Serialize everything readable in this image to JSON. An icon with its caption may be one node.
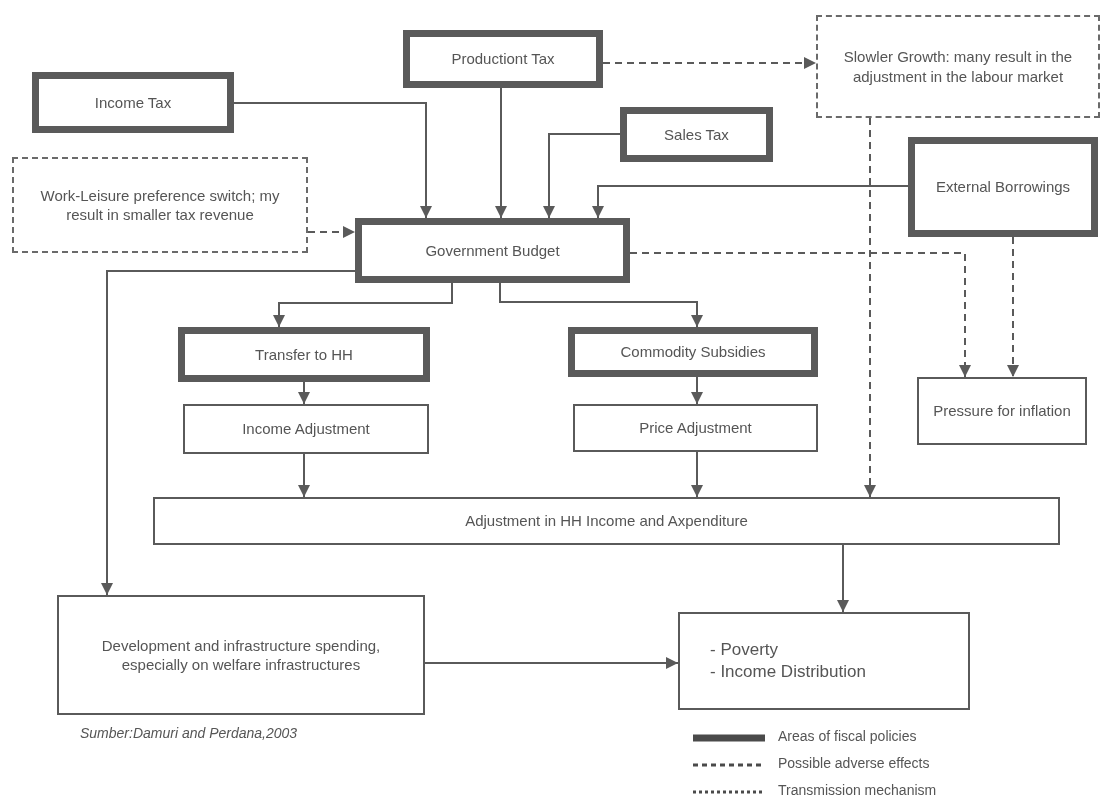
{
  "diagram": {
    "nodes": [
      {
        "text": [
          "Productiont Tax"
        ]
      },
      {
        "text": [
          "Income Tax"
        ]
      },
      {
        "text": [
          "Sales Tax"
        ]
      },
      {
        "text": [
          "Slowler Growth: many result in the adjustment in the labour market"
        ]
      },
      {
        "text": [
          "External Borrowings"
        ]
      },
      {
        "text": [
          "Work-Leisure preference switch; my result in smaller tax revenue"
        ]
      },
      {
        "text": [
          "Government Budget"
        ]
      },
      {
        "text": [
          "Transfer to HH"
        ]
      },
      {
        "text": [
          "Commodity Subsidies"
        ]
      },
      {
        "text": [
          "Pressure for inflation"
        ]
      },
      {
        "text": [
          "Income Adjustment"
        ]
      },
      {
        "text": [
          "Price Adjustment"
        ]
      },
      {
        "text": [
          "Adjustment in HH Income and Axpenditure"
        ]
      },
      {
        "text": [
          "Development and infrastructure spending, especially on welfare infrastructures"
        ]
      },
      {
        "text": [
          "- Poverty",
          "- Income Distribution"
        ]
      }
    ],
    "edges": [
      {
        "from": 1,
        "to": 6,
        "arrow": "to"
      },
      {
        "from": 0,
        "to": 6,
        "arrow": "to"
      },
      {
        "from": 2,
        "to": 6,
        "arrow": "to"
      },
      {
        "from": 4,
        "to": 6,
        "arrow": "to"
      },
      {
        "from": 5,
        "to": 6,
        "arrow": "to",
        "style": "dashed"
      },
      {
        "from": 0,
        "to": 3,
        "arrow": "to",
        "style": "dashed"
      },
      {
        "from": 6,
        "to": 7,
        "arrow": "to"
      },
      {
        "from": 6,
        "to": 8,
        "arrow": "to"
      },
      {
        "from": 6,
        "to": 13,
        "arrow": "to"
      },
      {
        "from": 6,
        "to": 9,
        "arrow": "to",
        "style": "dashed"
      },
      {
        "from": 4,
        "to": 9,
        "arrow": "to",
        "style": "dashed"
      },
      {
        "from": 7,
        "to": 10,
        "arrow": "to"
      },
      {
        "from": 8,
        "to": 11,
        "arrow": "to"
      },
      {
        "from": 10,
        "to": 12,
        "arrow": "to"
      },
      {
        "from": 11,
        "to": 12,
        "arrow": "to"
      },
      {
        "from": 3,
        "to": 12,
        "arrow": "to",
        "style": "dashed"
      },
      {
        "from": 12,
        "to": 14,
        "arrow": "to"
      },
      {
        "from": 13,
        "to": 14,
        "arrow": "to"
      }
    ],
    "labels": [
      "Sumber:Damuri and Perdana,2003"
    ],
    "legend": [
      {
        "text": "Areas of fiscal policies"
      },
      {
        "text": "Possible adverse effects"
      },
      {
        "text": "Transmission mechanism"
      }
    ]
  }
}
